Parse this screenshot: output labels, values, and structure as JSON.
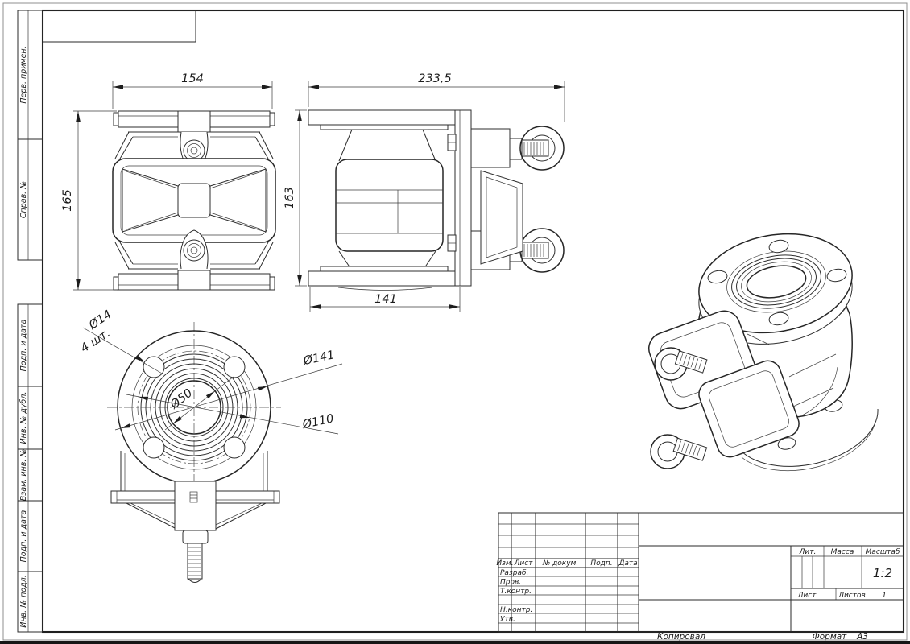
{
  "margin": {
    "labels": [
      "Перв. примен.",
      "Справ. №",
      "Подп. и дата",
      "Инв. № дубл.",
      "Взам. инв. №",
      "Подп. и дата",
      "Инв. № подл."
    ]
  },
  "dimensions": {
    "front_view": {
      "width": "154",
      "height": "165"
    },
    "side_view": {
      "width": "233,5",
      "height": "163",
      "flange_width": "141"
    },
    "face_view": {
      "hole_dia": "Ø14",
      "hole_qty": "4 шт.",
      "flange_dia": "Ø141",
      "bore_dia": "Ø50",
      "bolt_circle_dia": "Ø110"
    }
  },
  "title_block": {
    "columns": {
      "izm": "Изм.",
      "list": "Лист",
      "doc": "№ докум.",
      "sign": "Подп.",
      "date": "Дата"
    },
    "rows": {
      "developed": "Разраб.",
      "checked": "Пров.",
      "t_control": "Т.контр.",
      "n_control": "Н.контр.",
      "approved": "Утв."
    },
    "lit": "Лит.",
    "mass": "Масса",
    "scale": "Масштаб",
    "scale_value": "1:2",
    "sheet": "Лист",
    "sheets": "Листов",
    "sheets_value": "1"
  },
  "footer": {
    "copied": "Копировал",
    "format": "Формат",
    "format_value": "А3"
  }
}
